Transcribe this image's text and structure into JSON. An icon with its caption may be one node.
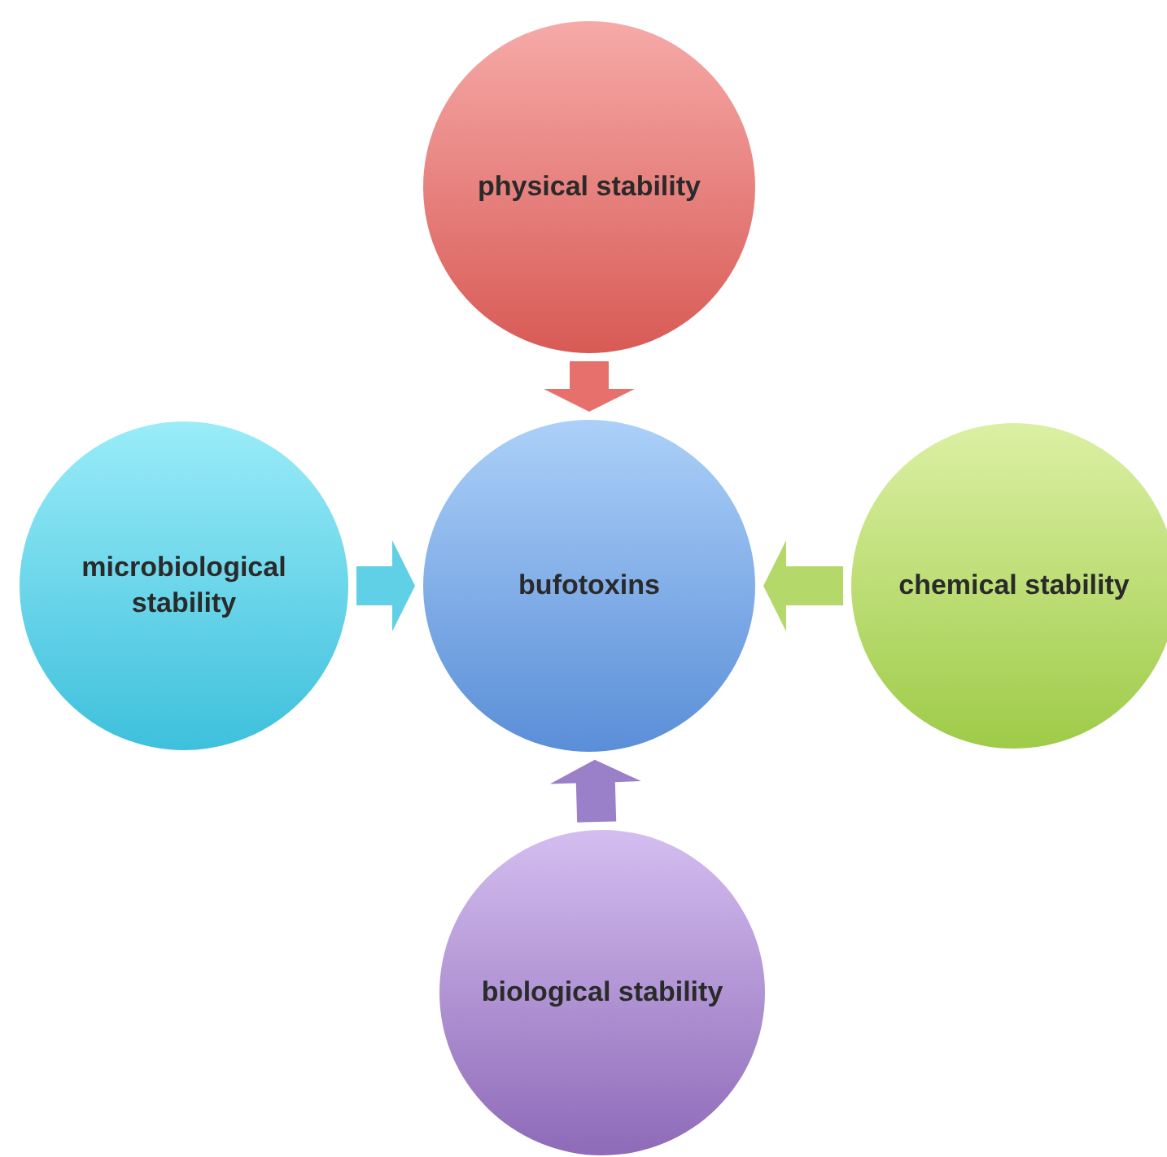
{
  "diagram": {
    "nodes": [
      {
        "text": [
          "physical stability"
        ]
      },
      {
        "text": [
          "microbiological stability"
        ]
      },
      {
        "text": [
          "bufotoxins"
        ]
      },
      {
        "text": [
          "chemical stability"
        ]
      },
      {
        "text": [
          "biological stability"
        ]
      }
    ],
    "edges": [
      {
        "from": 0,
        "to": 2,
        "arrow": "to",
        "color": "#e8706c"
      },
      {
        "from": 1,
        "to": 2,
        "arrow": "to",
        "color": "#5fd0e6"
      },
      {
        "from": 3,
        "to": 2,
        "arrow": "to",
        "color": "#b4d86a"
      },
      {
        "from": 4,
        "to": 2,
        "arrow": "to",
        "color": "#9a80c8"
      }
    ]
  }
}
